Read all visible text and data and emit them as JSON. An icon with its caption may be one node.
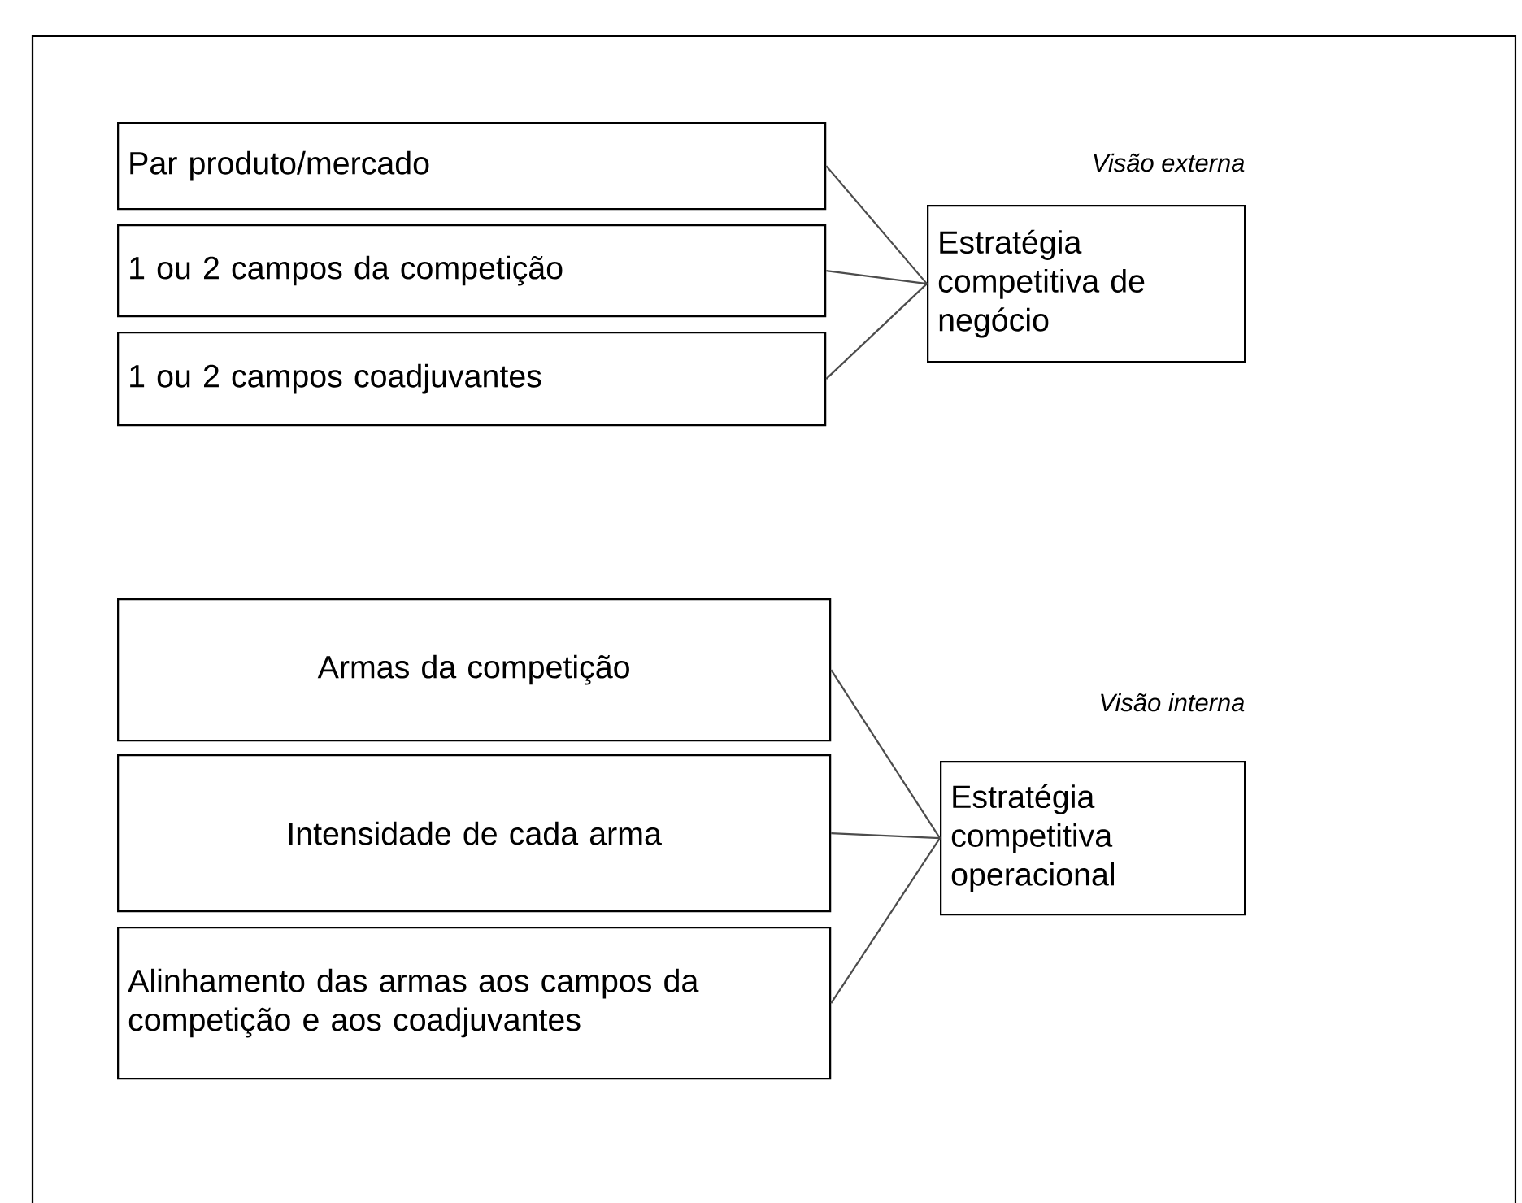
{
  "diagram": {
    "nodes": [
      {
        "text": [
          "Par produto/mercado"
        ]
      },
      {
        "text": [
          "1 ou 2 campos da competição"
        ]
      },
      {
        "text": [
          "1 ou 2 campos coadjuvantes"
        ]
      },
      {
        "text": [
          "Estratégia competitiva de negócio"
        ]
      },
      {
        "text": [
          "Armas da competição"
        ]
      },
      {
        "text": [
          "Intensidade de cada arma"
        ]
      },
      {
        "text": [
          "Alinhamento das armas aos campos da competição e aos coadjuvantes"
        ]
      },
      {
        "text": [
          "Estratégia competitiva operacional"
        ]
      }
    ],
    "edges": [
      {
        "from": 0,
        "to": 3,
        "arrow": "none"
      },
      {
        "from": 1,
        "to": 3,
        "arrow": "none"
      },
      {
        "from": 2,
        "to": 3,
        "arrow": "none"
      },
      {
        "from": 4,
        "to": 7,
        "arrow": "none"
      },
      {
        "from": 5,
        "to": 7,
        "arrow": "none"
      },
      {
        "from": 6,
        "to": 7,
        "arrow": "none"
      }
    ],
    "labels": [
      "Visão externa",
      "Visão interna"
    ]
  }
}
